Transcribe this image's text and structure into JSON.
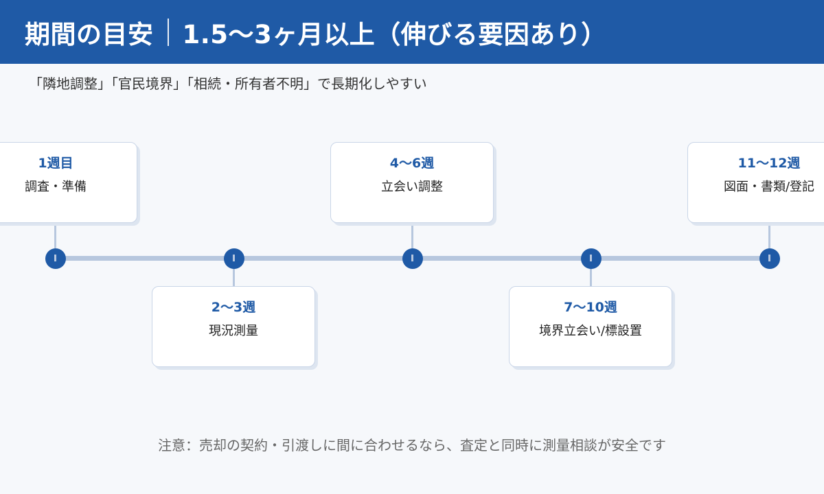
{
  "header": {
    "title": "期間の目安",
    "duration": "1.5〜3ヶ月以上（伸びる要因あり）"
  },
  "subtitle": "「隣地調整」「官民境界」「相続・所有者不明」で長期化しやすい",
  "timeline": {
    "steps": [
      {
        "period": "1週目",
        "task": "調査・準備"
      },
      {
        "period": "2〜3週",
        "task": "現況測量"
      },
      {
        "period": "4〜6週",
        "task": "立会い調整"
      },
      {
        "period": "7〜10週",
        "task": "境界立会い/標設置"
      },
      {
        "period": "11〜12週",
        "task": "図面・書類/登記"
      }
    ]
  },
  "note": "注意：売却の契約・引渡しに間に合わせるなら、査定と同時に測量相談が安全です",
  "colors": {
    "header_bg": "#1f5aa6",
    "accent": "#1f5aa6",
    "connector": "#b7c7de",
    "card_border": "#c9d5e7",
    "page_bg": "#f6f8fb"
  }
}
